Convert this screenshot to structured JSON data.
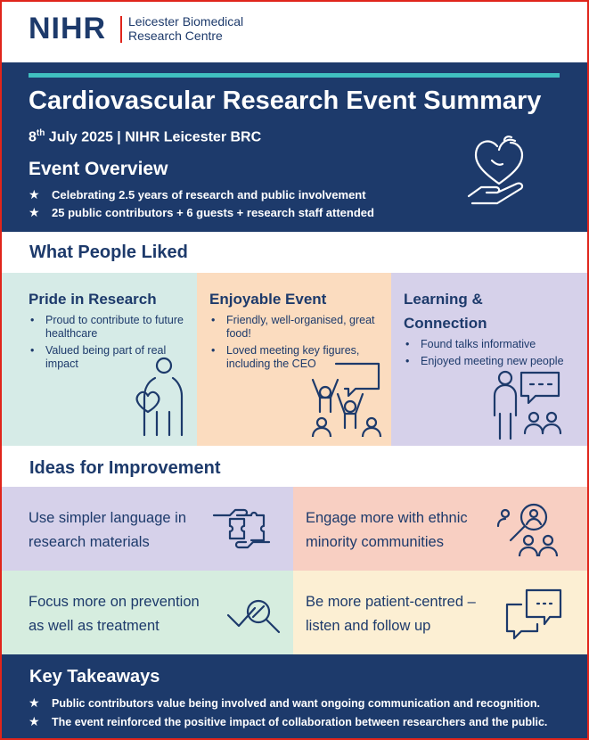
{
  "header": {
    "logo": "NIHR",
    "org_line1": "Leicester Biomedical",
    "org_line2": "Research Centre"
  },
  "title": {
    "main": "Cardiovascular Research Event Summary",
    "date_day": "8",
    "date_suffix": "th",
    "date_rest": " July 2025 | NIHR Leicester BRC"
  },
  "overview": {
    "heading": "Event Overview",
    "items": [
      "Celebrating 2.5 years of research and public involvement",
      "25 public contributors + 6 guests + research staff attended"
    ]
  },
  "liked": {
    "heading": "What People Liked",
    "panels": [
      {
        "heading": "Pride in Research",
        "items": [
          "Proud to contribute to future healthcare",
          "Valued being part of real impact"
        ],
        "icon": "person-holding-heart-icon"
      },
      {
        "heading": "Enjoyable Event",
        "items": [
          "Friendly, well-organised, great food!",
          "Loved meeting key figures, including the CEO"
        ],
        "icon": "celebrating-people-icon"
      },
      {
        "heading": "Learning & Connection",
        "items": [
          "Found talks informative",
          "Enjoyed meeting new people"
        ],
        "icon": "speaker-audience-icon"
      }
    ]
  },
  "ideas": {
    "heading": "Ideas for Improvement",
    "items": [
      {
        "text": "Use simpler language in research materials",
        "icon": "puzzle-hands-icon"
      },
      {
        "text": "Engage more with ethnic minority communities",
        "icon": "people-magnifier-icon"
      },
      {
        "text": "Focus more on prevention as well as treatment",
        "icon": "search-check-icon"
      },
      {
        "text": "Be more patient-centred – listen and follow up",
        "icon": "speech-bubbles-icon"
      }
    ]
  },
  "takeaways": {
    "heading": "Key Takeaways",
    "items": [
      "Public contributors value being involved and want ongoing communication and recognition.",
      "The event reinforced the positive impact of collaboration between researchers and the public."
    ]
  },
  "colors": {
    "navy": "#1d3a6b",
    "teal": "#40c0c0",
    "red": "#e0251b",
    "mint": "#d6ebe7",
    "peach": "#fbdcbf",
    "lavender": "#d6d1ea",
    "salmon": "#f8cfc2",
    "green": "#d6eddf",
    "cream": "#fcefd3"
  }
}
